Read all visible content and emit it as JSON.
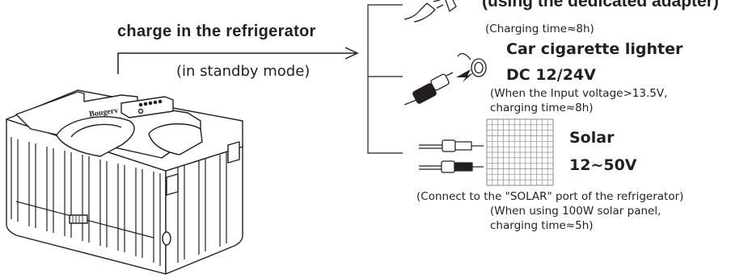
{
  "intro": {
    "title": "charge in the refrigerator",
    "subtitle": "(in standby mode)"
  },
  "battery": {
    "brand_mark": "Bougerv"
  },
  "methods": {
    "ac": {
      "title": "(using the dedicated adapter)",
      "note": "(Charging time≈8h)"
    },
    "car": {
      "title_line1": "Car cigarette lighter",
      "title_line2": "DC 12/24V",
      "note_line1": "(When the Input voltage>13.5V,",
      "note_line2": "charging time≈8h)"
    },
    "solar": {
      "title_line1": "Solar",
      "title_line2": "12~50V",
      "note_line1": "(Connect to the \"SOLAR\" port of the refrigerator)",
      "note_line2": "(When using 100W solar panel,",
      "note_line3": "charging time≈5h)"
    }
  }
}
